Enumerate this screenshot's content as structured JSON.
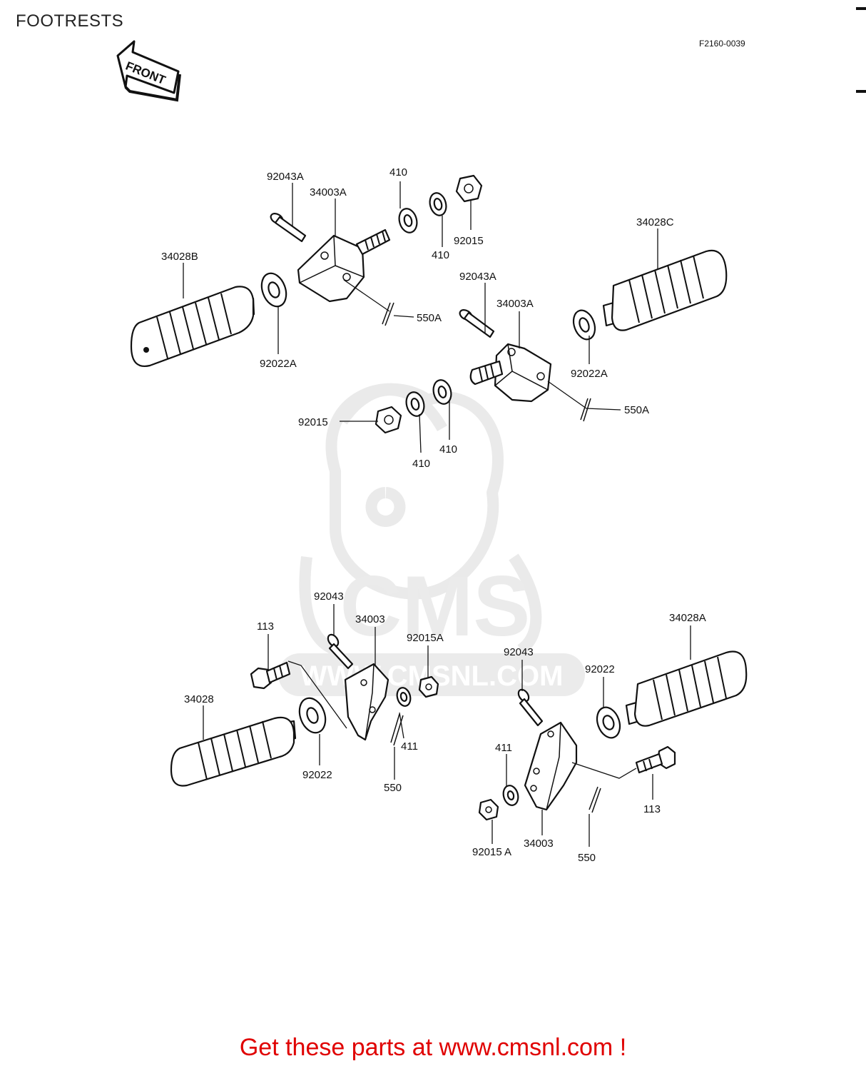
{
  "page": {
    "title": "FOOTRESTS",
    "figure_code": "F2160-0039",
    "front_arrow_label": "FRONT",
    "cta": "Get these parts at www.cmsnl.com !",
    "watermark_text": "CMS",
    "watermark_url": "WWW.CMSNL.COM",
    "colors": {
      "cta": "#e00000",
      "ink": "#111111",
      "watermark": "#d9d9d9"
    }
  },
  "labels": [
    "92043A",
    "34003A",
    "410",
    "410",
    "92015",
    "34028B",
    "34028C",
    "92043A",
    "34003A",
    "550A",
    "92022A",
    "92022A",
    "550A",
    "92015",
    "410",
    "410",
    "92043",
    "113",
    "34003",
    "92015A",
    "34028A",
    "92043",
    "92022",
    "34028",
    "411",
    "92022",
    "550",
    "411",
    "113",
    "92015 A",
    "34003",
    "550"
  ]
}
